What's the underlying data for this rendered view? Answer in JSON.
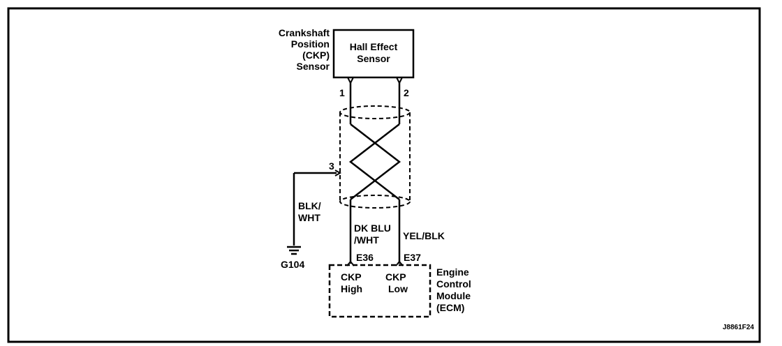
{
  "sensor": {
    "name_lines": [
      "Crankshaft",
      "Position",
      "(CKP)",
      "Sensor"
    ],
    "box_lines": [
      "Hall Effect",
      "Sensor"
    ],
    "pin1": "1",
    "pin2": "2"
  },
  "shield": {
    "pin3": "3",
    "ground_wire_lines": [
      "BLK/",
      "WHT"
    ],
    "ground_label": "G104"
  },
  "wires": {
    "left_color_lines": [
      "DK BLU",
      "/WHT"
    ],
    "right_color": "YEL/BLK"
  },
  "ecm": {
    "terminal_left": "E36",
    "terminal_right": "E37",
    "left_func_lines": [
      "CKP",
      "High"
    ],
    "right_func_lines": [
      "CKP",
      "Low"
    ],
    "name_lines": [
      "Engine",
      "Control",
      "Module",
      "(ECM)"
    ]
  },
  "figure_code": "J8861F24"
}
